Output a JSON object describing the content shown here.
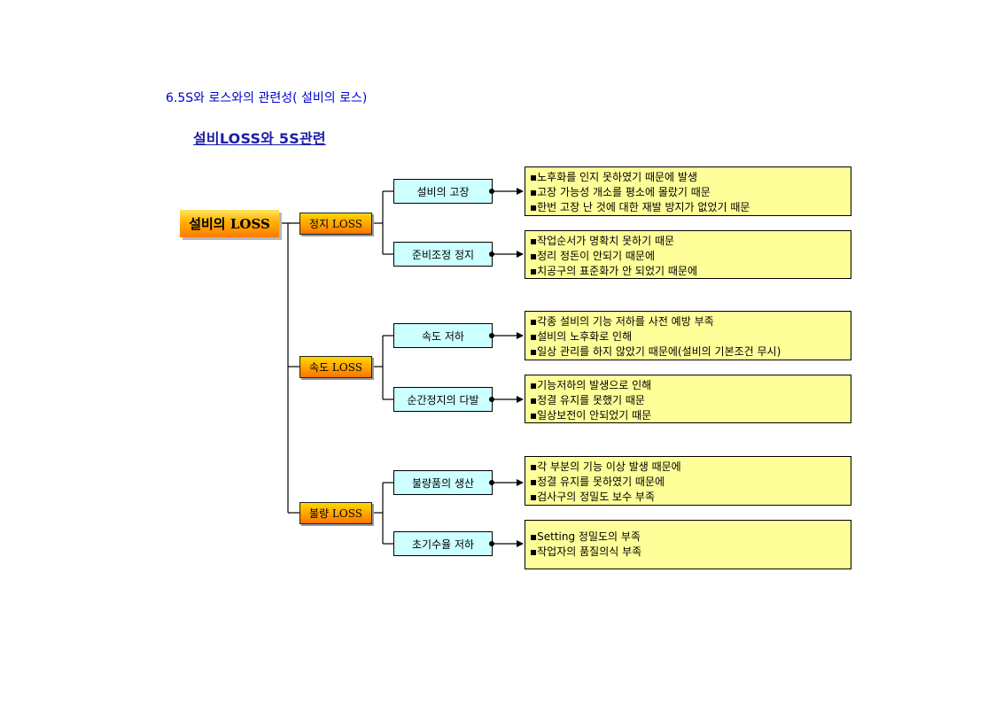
{
  "heading": "6.5S와 로스와의 관련성( 설비의  로스)",
  "subtitle": "설비LOSS와 5S관련",
  "root": {
    "label": "설비의 LOSS"
  },
  "categories": [
    {
      "label": "정지 LOSS",
      "causes": [
        {
          "label": "설비의 고장",
          "reasons": [
            "▪노후화를 인지 못하였기 때문에 발생",
            "▪고장 가능성 개소를 평소에 몰랐기 때문",
            "▪한번 고장 난 것에 대한 재발 방지가 없었기 때문"
          ]
        },
        {
          "label": "준비조정 정지",
          "reasons": [
            "▪작업순서가 명확치 못하기 때문",
            "▪정리 정돈이 안되기 때문에",
            "▪치공구의 표준화가 안 되었기 때문에"
          ]
        }
      ]
    },
    {
      "label": "속도 LOSS",
      "causes": [
        {
          "label": "속도 저하",
          "reasons": [
            "▪각종 설비의 기능 저하를 사전 예방 부족",
            "▪설비의 노후화로 인해",
            "▪일상 관리를 하지 않았기 때문에(설비의 기본조건 무시)"
          ]
        },
        {
          "label": "순간정지의 다발",
          "reasons": [
            "▪기능저하의 발생으로 인해",
            "▪정결 유지를 못했기 때문",
            "▪일상보전이 안되었기 때문"
          ]
        }
      ]
    },
    {
      "label": "불량 LOSS",
      "causes": [
        {
          "label": "불량품의 생산",
          "reasons": [
            "▪각 부분의 기능 이상 발생 때문에",
            "▪정결 유지를 못하였기 때문에",
            "▪검사구의 정밀도 보수 부족"
          ]
        },
        {
          "label": "초기수율 저하",
          "reasons": [
            "▪Setting 정밀도의 부족",
            "▪작업자의 품질의식 부족"
          ]
        }
      ]
    }
  ]
}
